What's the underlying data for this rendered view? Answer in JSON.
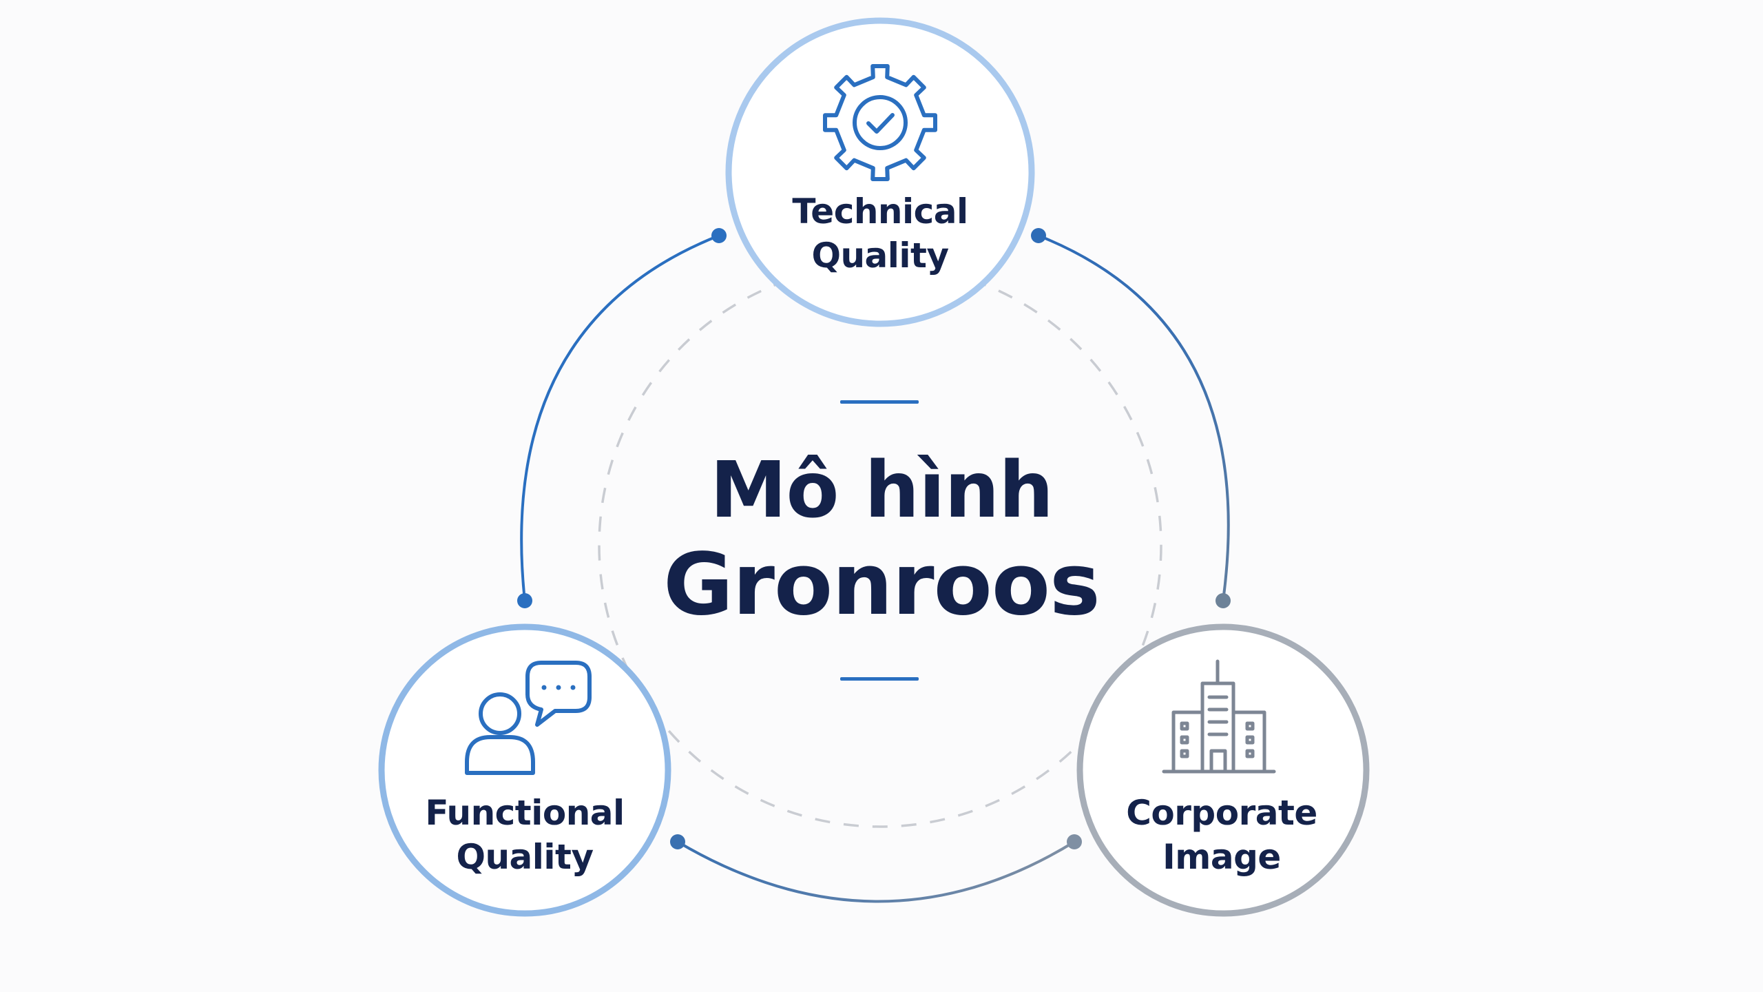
{
  "center": {
    "title_line1": "Mô hình",
    "title_line2": "Gronroos"
  },
  "nodes": {
    "technical": {
      "line1": "Technical",
      "line2": "Quality",
      "icon": "gear-check-icon",
      "ring_color": "#a9c9ee"
    },
    "functional": {
      "line1": "Functional",
      "line2": "Quality",
      "icon": "person-speech-bubble-icon",
      "ring_color": "#8fb8e6"
    },
    "corporate": {
      "line1": "Corporate",
      "line2": "Image",
      "icon": "office-building-icon",
      "ring_color": "#a7aeb8"
    }
  },
  "colors": {
    "text": "#14224a",
    "accent_blue": "#2a6fc0",
    "steel": "#7e8ea3",
    "dashed": "#c9ccd2"
  }
}
